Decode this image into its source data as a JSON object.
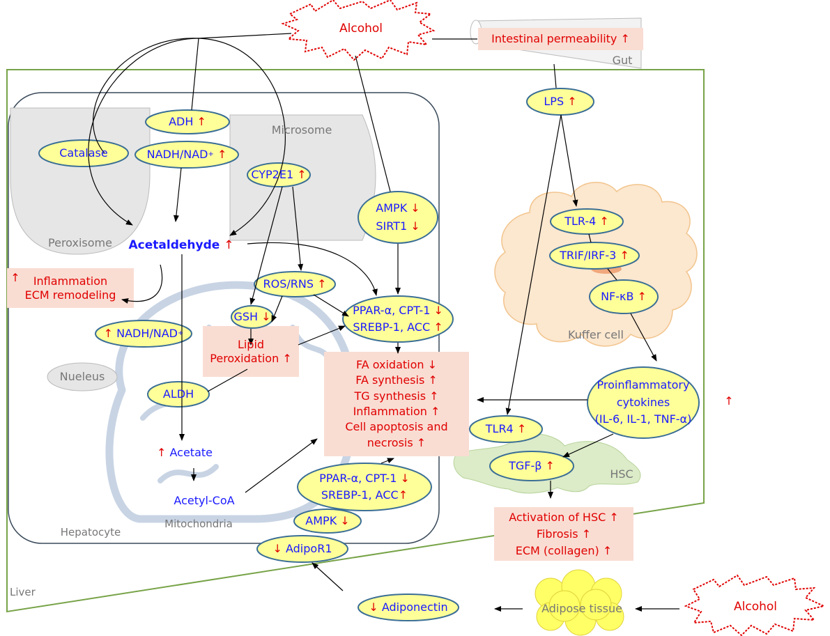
{
  "regions": {
    "liver": "Liver",
    "hepatocyte": "Hepatocyte",
    "peroxisome": "Peroxisome",
    "microsome": "Microsome",
    "mitochondria": "Mitochondria",
    "nucleus": "Nueleus",
    "kupffer": "Kuffer cell",
    "hsc": "HSC",
    "gut": "Gut",
    "adipose": "Adipose tissue"
  },
  "stimuli": {
    "alcohol_top": "Alcohol",
    "alcohol_bottom": "Alcohol"
  },
  "nodes": {
    "adh": "ADH",
    "nadh_nad": "NADH/NAD",
    "catalase": "Catalase",
    "cyp2e1": "CYP2E1",
    "acetaldehyde": "Acetaldehyde",
    "ros_rns": "ROS/RNS",
    "gsh": "GSH",
    "nadh_nad_2": "NADH/NAD",
    "aldh": "ALDH",
    "acetate": "Acetate",
    "acetyl_coa": "Acetyl-CoA",
    "ampk_sirt1": [
      "AMPK",
      "SIRT1"
    ],
    "ppar_upper": [
      "PPAR-α, CPT-1",
      "SREBP-1, ACC"
    ],
    "ppar_lower": [
      "PPAR-α, CPT-1",
      "SREBP-1, ACC"
    ],
    "ampk_lower": "AMPK",
    "adipor1": "AdipoR1",
    "adiponectin": "Adiponectin",
    "lps": "LPS",
    "tlr4_kupffer": "TLR-4",
    "trif_irf3": "TRIF/IRF-3",
    "nfkb": "NF-κB",
    "cytokines": [
      "Proinflammatory",
      "cytokines",
      "(IL-6, IL-1, TNF-α)"
    ],
    "tlr4_hsc": "TLR4",
    "tgfb": "TGF-β"
  },
  "outcomes": {
    "intestinal": "Intestinal permeability",
    "inflammation_ecm": [
      "Inflammation",
      "ECM remodeling"
    ],
    "lipid_perox": [
      "Lipid",
      "Peroxidation"
    ],
    "fatty": [
      "FA oxidation",
      "FA synthesis",
      "TG synthesis",
      "Inflammation",
      "Cell apoptosis and",
      "necrosis"
    ],
    "hsc_outcome": [
      "Activation of HSC",
      "Fibrosis",
      "ECM (collagen)"
    ]
  },
  "arrows": {
    "up": "↑",
    "down": "↓"
  },
  "colors": {
    "node_fill": "#ffff99",
    "node_stroke": "#3a6e96",
    "node_text": "#1a1aff",
    "arrow_red": "#e00000",
    "outcome_fill": "#f9ddd3",
    "liver_border": "#77a347",
    "organelle_fill": "#e6e6e6",
    "kupffer_fill": "#fce7cf",
    "hsc_fill": "#dcebc8",
    "adipose_fill": "#ffff66",
    "mito_fill": "#c8d4e4"
  }
}
